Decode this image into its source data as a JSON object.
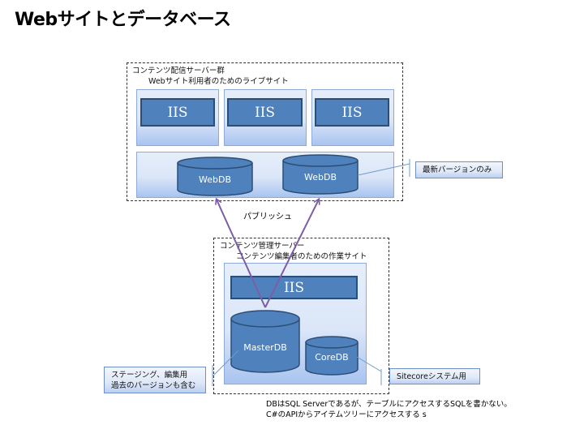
{
  "title": "Webサイトとデータベース",
  "delivery_group": {
    "label_line1": "コンテンツ配信サーバー群",
    "label_line2": "Webサイト利用者のためのライブサイト",
    "servers": [
      {
        "label": "IIS"
      },
      {
        "label": "IIS"
      },
      {
        "label": "IIS"
      }
    ],
    "databases": [
      {
        "label": "WebDB"
      },
      {
        "label": "WebDB"
      }
    ]
  },
  "publish_label": "パブリッシュ",
  "management_group": {
    "label_line1": "コンテンツ管理サーバー",
    "label_line2": "コンテンツ編集者のための作業サイト",
    "server": {
      "label": "IIS"
    },
    "databases": [
      {
        "label": "MasterDB"
      },
      {
        "label": "CoreDB"
      }
    ]
  },
  "callouts": {
    "webdb": "最新バージョンのみ",
    "masterdb_line1": "ステージング、編集用",
    "masterdb_line2": "過去のバージョンも含む",
    "coredb": "Sitecoreシステム用"
  },
  "notes": {
    "line1": "DBはSQL Serverであるが、テーブルにアクセスするSQLを書かない。",
    "line2": "C#のAPIからアイテムツリーにアクセスする s"
  },
  "colors": {
    "db_fill": "#4f81bd",
    "db_stroke": "#2c4d75",
    "arrow": "#7b5ea7",
    "leader": "#6f9bd1"
  }
}
